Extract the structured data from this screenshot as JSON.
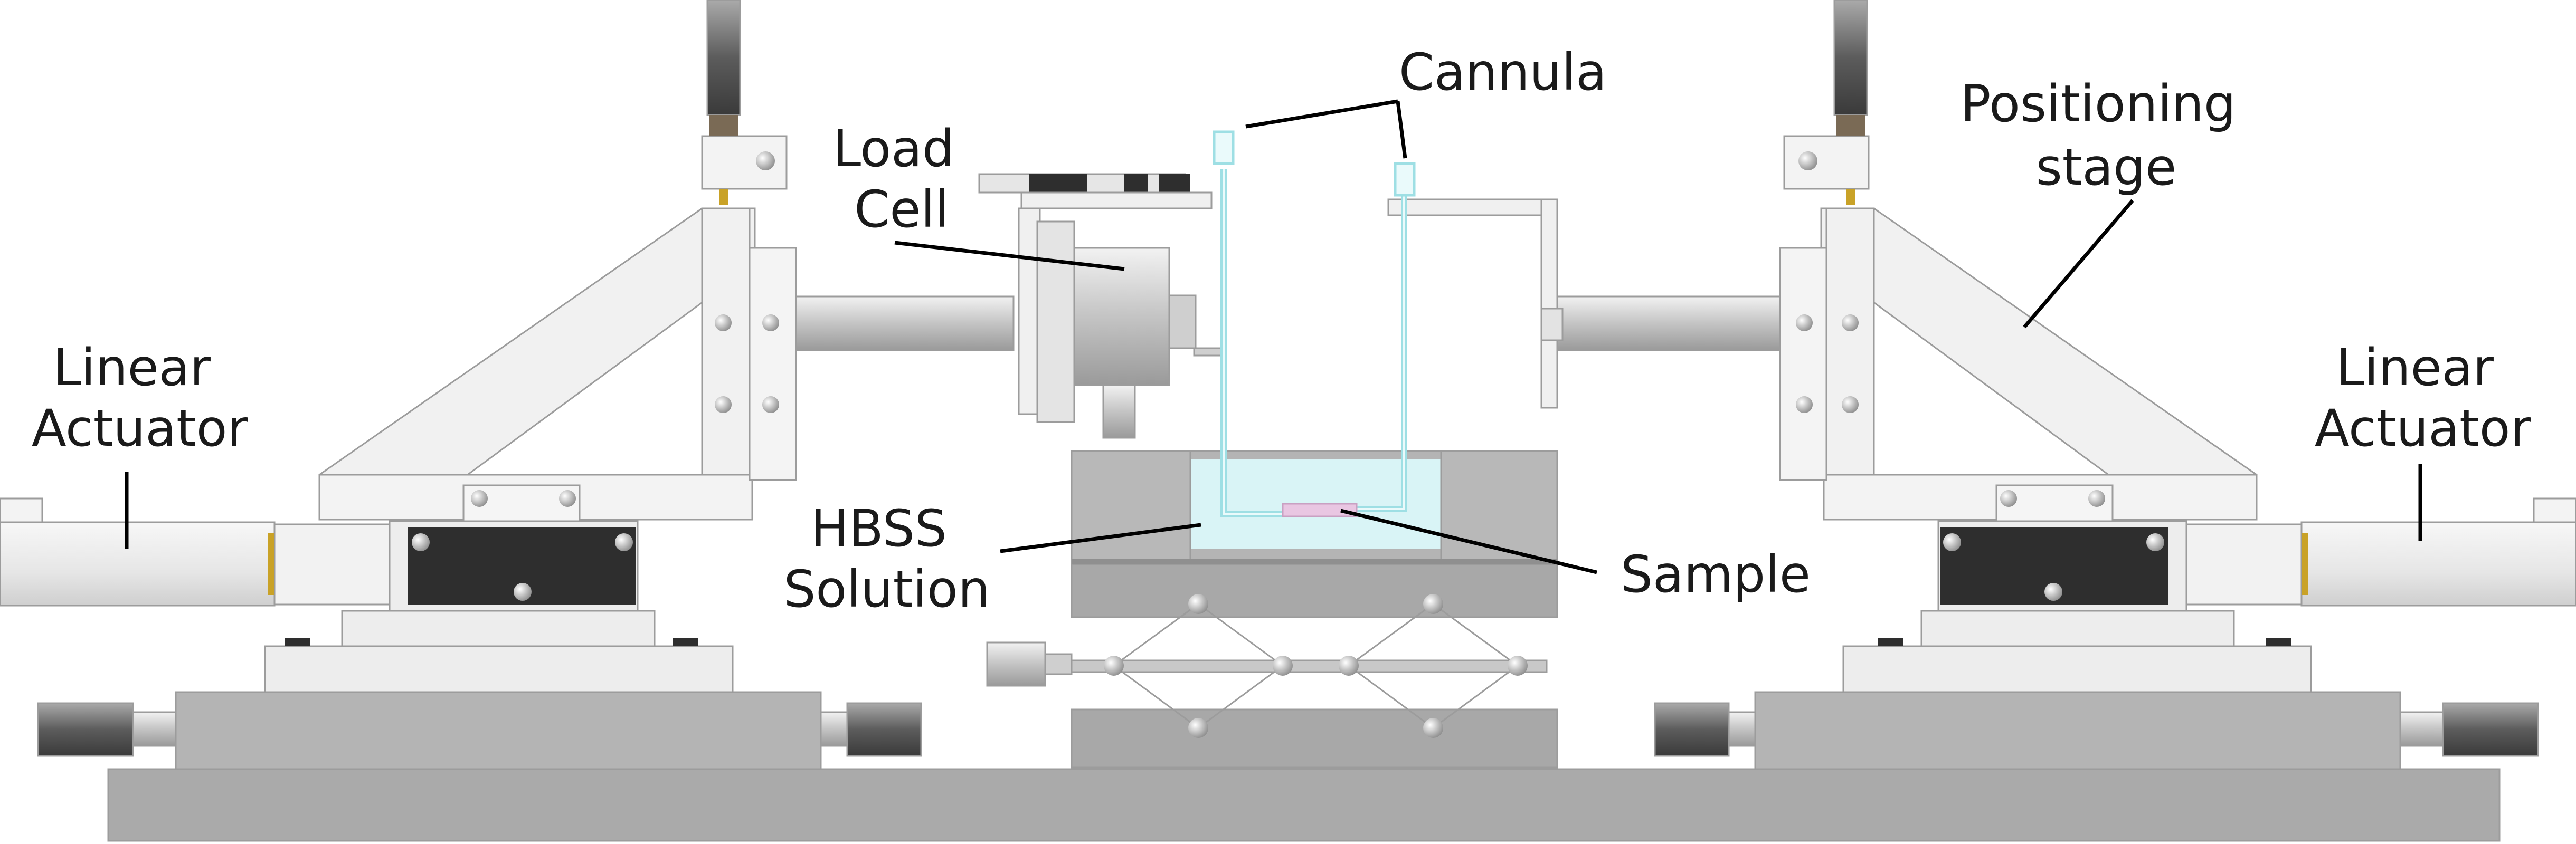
{
  "labels": {
    "cannula": "Cannula",
    "load_cell": [
      "Load",
      "Cell"
    ],
    "positioning_stage": [
      "Positioning",
      "stage"
    ],
    "linear_actuator_left": [
      "Linear",
      "Actuator"
    ],
    "linear_actuator_right": [
      "Linear",
      "Actuator"
    ],
    "hbss_solution": [
      "HBSS",
      "Solution"
    ],
    "sample": "Sample"
  },
  "colors": {
    "background": "#ffffff",
    "light_part": "#eeeeee",
    "mid_part": "#c8c8c8",
    "base_plate": "#aaaaaa",
    "dark_plate": "#2e2e2e",
    "solution": "#d9f4f6",
    "cannula_tube": "#9edfe4",
    "sample": "#e9c6e2"
  }
}
